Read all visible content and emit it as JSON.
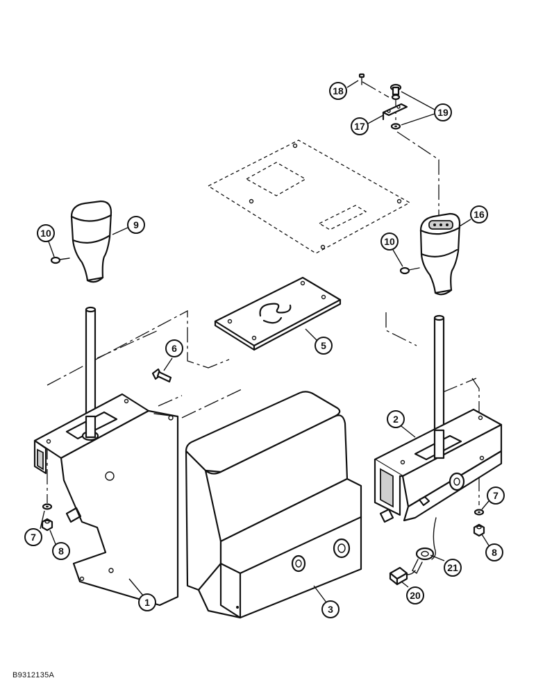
{
  "figure_id": "B9312135A",
  "callouts": [
    {
      "id": "c1",
      "label": "1"
    },
    {
      "id": "c2",
      "label": "2"
    },
    {
      "id": "c3",
      "label": "3"
    },
    {
      "id": "c5",
      "label": "5"
    },
    {
      "id": "c6",
      "label": "6"
    },
    {
      "id": "c7a",
      "label": "7"
    },
    {
      "id": "c7b",
      "label": "7"
    },
    {
      "id": "c8a",
      "label": "8"
    },
    {
      "id": "c8b",
      "label": "8"
    },
    {
      "id": "c9",
      "label": "9"
    },
    {
      "id": "c10a",
      "label": "10"
    },
    {
      "id": "c10b",
      "label": "10"
    },
    {
      "id": "c16",
      "label": "16"
    },
    {
      "id": "c17",
      "label": "17"
    },
    {
      "id": "c18",
      "label": "18"
    },
    {
      "id": "c19",
      "label": "19"
    },
    {
      "id": "c20",
      "label": "20"
    },
    {
      "id": "c21",
      "label": "21"
    }
  ]
}
